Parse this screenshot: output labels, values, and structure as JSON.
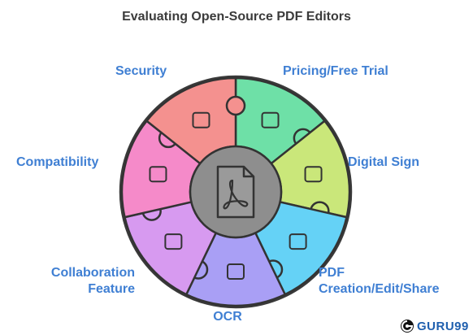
{
  "title": "Evaluating Open-Source PDF Editors",
  "segments": [
    {
      "id": "security",
      "label": "Security",
      "color": "#f4918f",
      "icon": "lock-icon"
    },
    {
      "id": "pricing",
      "label": "Pricing/Free Trial",
      "color": "#6ee0a7",
      "icon": "free-tag-icon"
    },
    {
      "id": "digital-sign",
      "label": "Digital Sign",
      "color": "#cae77a",
      "icon": "signature-icon"
    },
    {
      "id": "pdf-create",
      "label_line1": "PDF",
      "label_line2": "Creation/Edit/Share",
      "color": "#65d2f6",
      "icon": "edit-pen-icon"
    },
    {
      "id": "ocr",
      "label": "OCR",
      "color": "#a99ff5",
      "icon": "document-search-icon"
    },
    {
      "id": "collaboration",
      "label_line1": "Collaboration",
      "label_line2": "Feature",
      "color": "#d79af0",
      "icon": "network-icon"
    },
    {
      "id": "compatibility",
      "label": "Compatibility",
      "color": "#f58ac9",
      "icon": "puzzle-piece-icon"
    }
  ],
  "center_icon": "pdf-file-icon",
  "colors": {
    "label": "#3f7fd3",
    "center": "#8e8e8e",
    "ring_border": "#333333"
  },
  "brand": {
    "name": "GURU99"
  }
}
